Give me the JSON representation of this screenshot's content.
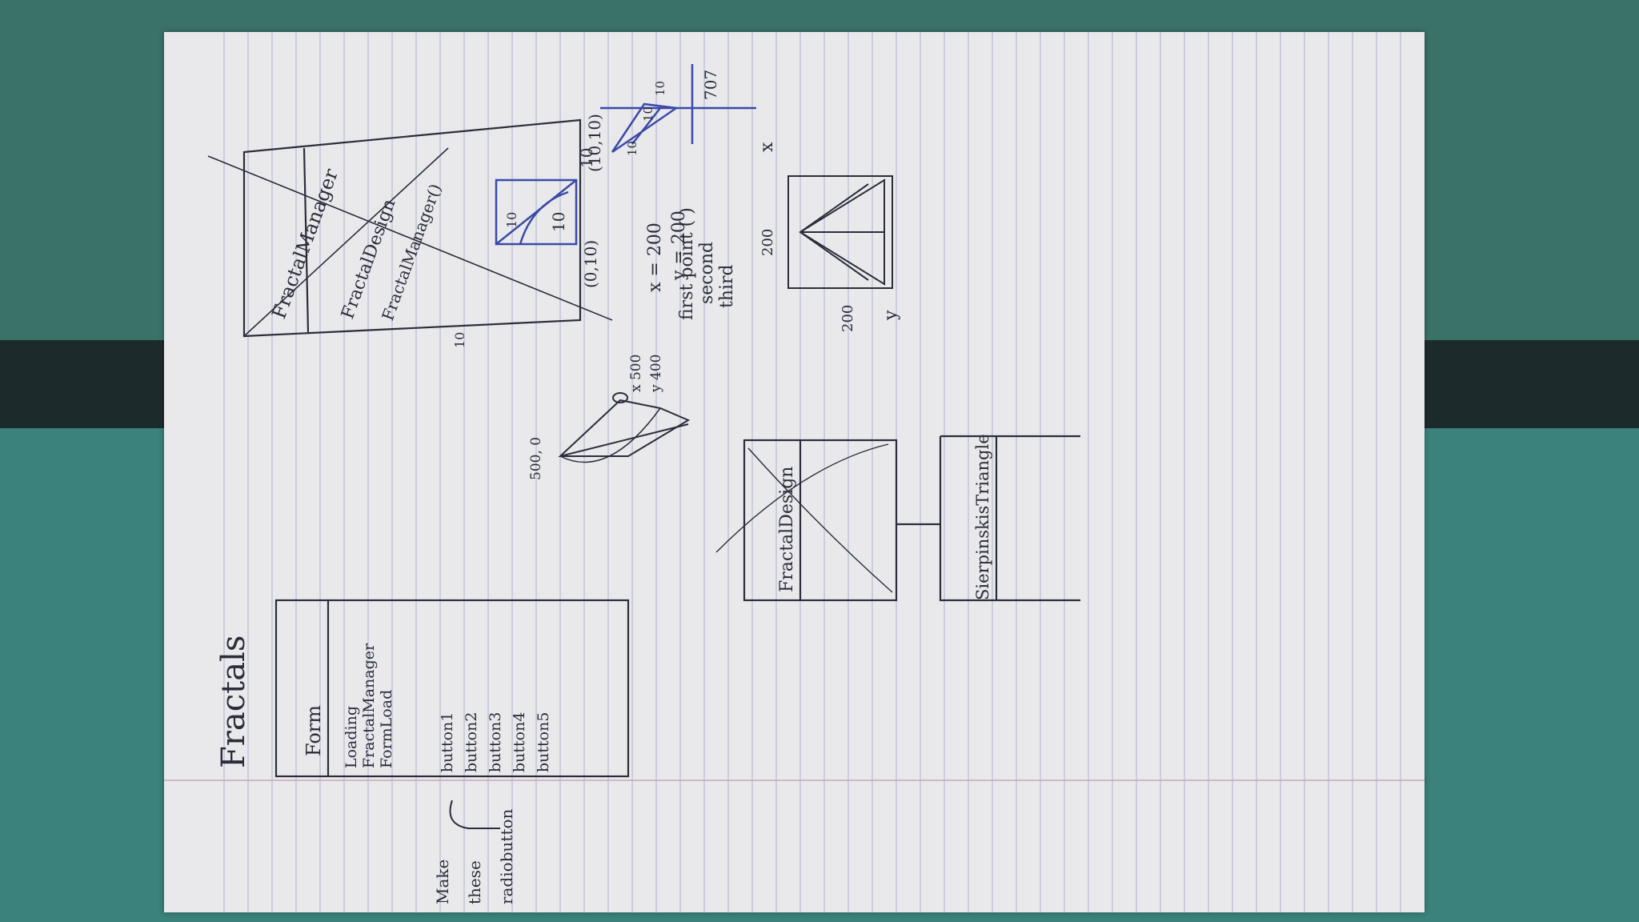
{
  "notebook_page": {
    "title": "Fractals",
    "form_sketch": {
      "header": "Form",
      "lines": [
        "Loading",
        "FractalManager",
        "FormLoad"
      ],
      "buttons": [
        "button1",
        "button2",
        "button3",
        "button4",
        "button5"
      ]
    },
    "margin_note": [
      "Make",
      "these",
      "radiobutton"
    ],
    "class_sketch_top": {
      "header": "FractalManager",
      "rows": [
        "FractalDesign",
        "FractalManager()"
      ]
    },
    "small_number": "10",
    "big_triangle": {
      "apex": "500, 0",
      "corner": [
        "x 500",
        "y 400"
      ]
    },
    "square_diagram": {
      "labels": [
        "10",
        "10",
        "10",
        "(0,10)",
        "(10,10)"
      ],
      "values": [
        "x = 200",
        "y = 200"
      ]
    },
    "axis_sketch": {
      "value": "707",
      "labels": [
        "10",
        "10",
        "10"
      ]
    },
    "points_list": [
      "first point ( )",
      "second",
      "third"
    ],
    "grid_sketch": {
      "labels": [
        "200",
        "200",
        "x",
        "y"
      ]
    },
    "class_bottom_left": {
      "header": "FractalDesign"
    },
    "class_bottom_right": {
      "header": "SierpinskisTriangle"
    }
  },
  "colors": {
    "background_cloth": "#2f6b60",
    "paper": "#e9e9ec",
    "ink": "#2b2d3a",
    "blue_ink": "#3a4aa8"
  }
}
